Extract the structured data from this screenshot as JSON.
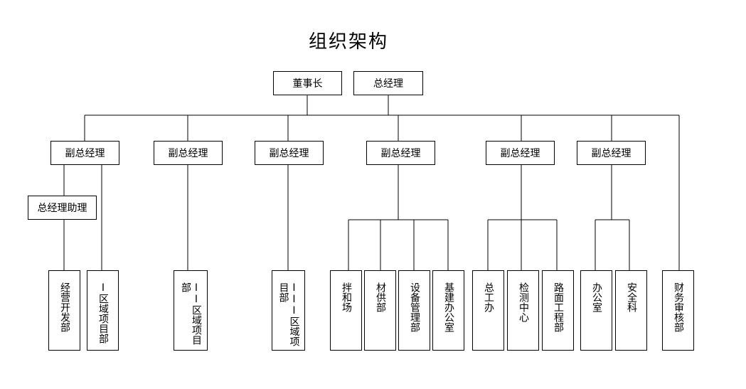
{
  "title": "组织架构",
  "top": {
    "chairman": "董事长",
    "gm": "总经理"
  },
  "vps": [
    "副总经理",
    "副总经理",
    "副总经理",
    "副总经理",
    "副总经理",
    "副总经理"
  ],
  "assistant": "总经理助理",
  "departments": [
    "经营开发部",
    "I区域项目部",
    "II区域项目部",
    "III区域项目部",
    "拌和场",
    "材供部",
    "设备管理部",
    "基建办公室",
    "总工办",
    "检测中心",
    "路面工程部",
    "办公室",
    "安全科",
    "财务审核部"
  ]
}
